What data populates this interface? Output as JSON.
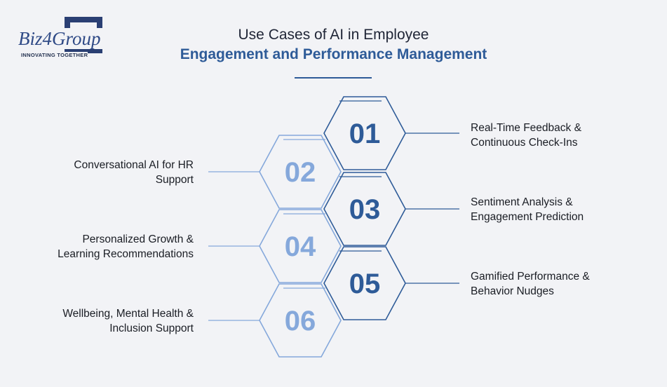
{
  "brand": {
    "logo_text": "Biz4Group",
    "tagline": "INNOVATING TOGETHER"
  },
  "header": {
    "title_line1": "Use Cases of AI in Employee",
    "title_line2": "Engagement and Performance Management"
  },
  "colors": {
    "dark_blue": "#2e5b98",
    "light_blue": "#85a8db",
    "heading_dark": "#1f2536",
    "background": "#f2f3f6"
  },
  "items": [
    {
      "number": "01",
      "line1": "Real-Time Feedback &",
      "line2": "Continuous Check-Ins"
    },
    {
      "number": "02",
      "line1": "Conversational AI for HR",
      "line2": "Support"
    },
    {
      "number": "03",
      "line1": "Sentiment Analysis &",
      "line2": "Engagement Prediction"
    },
    {
      "number": "04",
      "line1": "Personalized Growth &",
      "line2": "Learning Recommendations"
    },
    {
      "number": "05",
      "line1": "Gamified Performance &",
      "line2": "Behavior Nudges"
    },
    {
      "number": "06",
      "line1": "Wellbeing, Mental Health &",
      "line2": "Inclusion Support"
    }
  ]
}
